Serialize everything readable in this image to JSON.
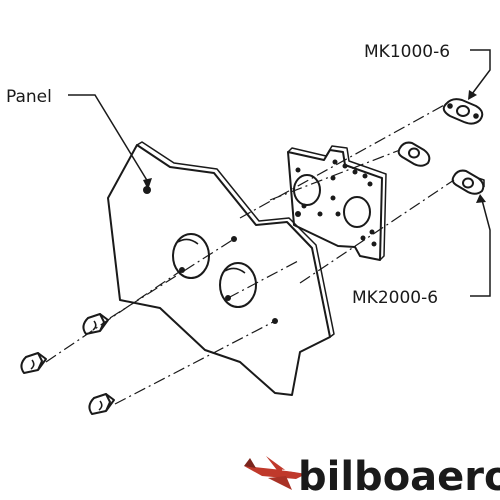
{
  "labels": {
    "panel": "Panel",
    "mk1000": "MK1000-6",
    "mk2000": "MK2000-6"
  },
  "brand": {
    "text": "bilboaero",
    "accent_color": "#c0392b"
  },
  "colors": {
    "ink": "#1a1a1a",
    "background": "#ffffff"
  }
}
